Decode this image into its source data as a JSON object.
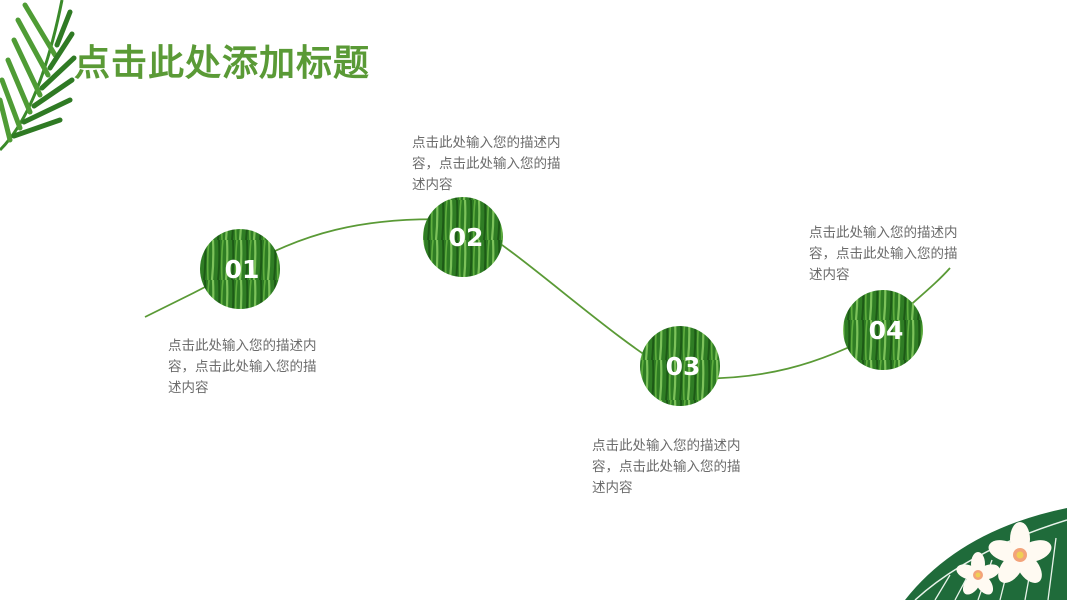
{
  "slide": {
    "title": "点击此处添加标题",
    "accent_color": "#5a9a36",
    "steps": [
      {
        "number": "01",
        "text": "点击此处输入您的描述内容，点击此处输入您的描述内容"
      },
      {
        "number": "02",
        "text": "点击此处输入您的描述内容，点击此处输入您的描述内容"
      },
      {
        "number": "03",
        "text": "点击此处输入您的描述内容，点击此处输入您的描述内容"
      },
      {
        "number": "04",
        "text": "点击此处输入您的描述内容，点击此处输入您的描述内容"
      }
    ]
  },
  "decor": {
    "top_left": "palm-leaf-icon",
    "bottom_right": "tropical-leaf-flowers-icon"
  }
}
